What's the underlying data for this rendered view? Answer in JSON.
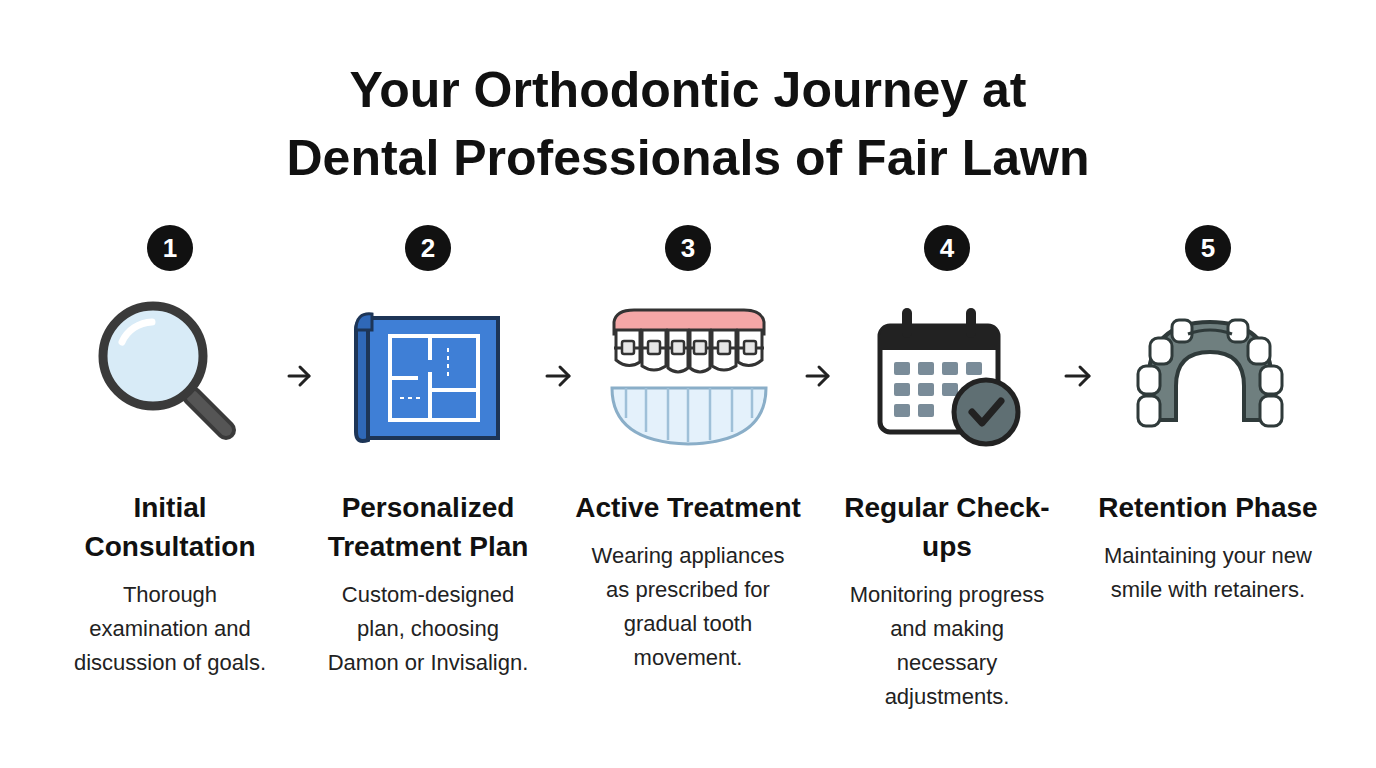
{
  "diagram": {
    "title": "Your Orthodontic Journey at Dental Professionals of Fair Lawn",
    "nodes": [
      {
        "text": [
          "Initial Consultation",
          "Thorough examination and discussion of goals."
        ]
      },
      {
        "text": [
          "1"
        ],
        "in": 0
      },
      {
        "text": [
          "Personalized Treatment Plan",
          "Custom-designed plan, choosing Damon or Invisalign."
        ]
      },
      {
        "text": [
          "2"
        ],
        "in": 2
      },
      {
        "text": [
          "Active Treatment",
          "Wearing appliances as prescribed for gradual tooth movement."
        ]
      },
      {
        "text": [
          "3"
        ],
        "in": 4
      },
      {
        "text": [
          "Regular Check-ups",
          "Monitoring progress and making necessary adjustments."
        ]
      },
      {
        "text": [
          "4"
        ],
        "in": 6
      },
      {
        "text": [
          "Retention Phase",
          "Maintaining your new smile with retainers."
        ]
      },
      {
        "text": [
          "5"
        ],
        "in": 8
      }
    ],
    "edges": [
      {
        "from": 0,
        "to": 2,
        "arrow": "to"
      },
      {
        "from": 2,
        "to": 4,
        "arrow": "to"
      },
      {
        "from": 4,
        "to": 6,
        "arrow": "to"
      },
      {
        "from": 6,
        "to": 8,
        "arrow": "to"
      }
    ]
  }
}
